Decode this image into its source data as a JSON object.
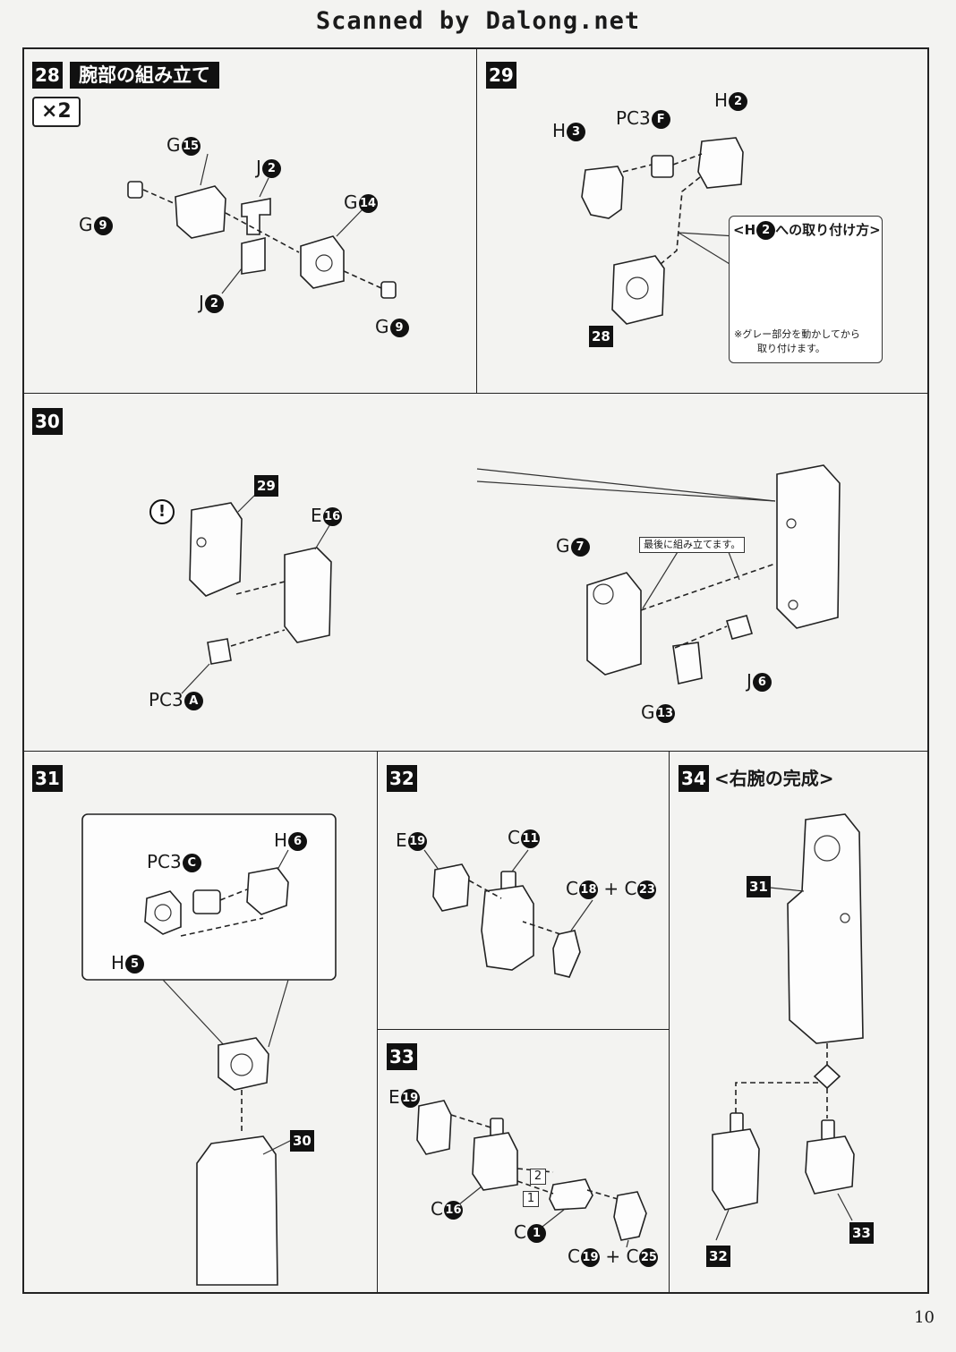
{
  "header": {
    "scanned_by": "Scanned by Dalong.net"
  },
  "page_number": "10",
  "step28": {
    "num": "28",
    "title": "腕部の組み立て",
    "multiplier": "×2",
    "labels": [
      {
        "t": "G",
        "n": "15"
      },
      {
        "t": "J",
        "n": "2"
      },
      {
        "t": "G",
        "n": "14"
      },
      {
        "t": "G",
        "n": "9"
      },
      {
        "t": "J",
        "n": "2"
      },
      {
        "t": "G",
        "n": "9"
      }
    ]
  },
  "step29": {
    "num": "29",
    "labels": [
      {
        "t": "H",
        "n": "2"
      },
      {
        "t": "PC3",
        "n": "F"
      },
      {
        "t": "H",
        "n": "3"
      }
    ],
    "ref": "28",
    "callout_title_pre": "<H",
    "callout_title_num": "2",
    "callout_title_post": "への取り付け方>",
    "callout_note_line1": "※グレー部分を動かしてから",
    "callout_note_line2": "取り付けます。"
  },
  "step30": {
    "num": "30",
    "ref": "29",
    "labels": [
      {
        "t": "E",
        "n": "16"
      },
      {
        "t": "PC3",
        "n": "A"
      },
      {
        "t": "G",
        "n": "7"
      },
      {
        "t": "J",
        "n": "6"
      },
      {
        "t": "G",
        "n": "13"
      }
    ],
    "note": "最後に組み立てます。",
    "warning": "!"
  },
  "step31": {
    "num": "31",
    "ref": "30",
    "labels": [
      {
        "t": "H",
        "n": "6"
      },
      {
        "t": "PC3",
        "n": "C"
      },
      {
        "t": "H",
        "n": "5"
      }
    ]
  },
  "step32": {
    "num": "32",
    "labels": [
      {
        "t": "E",
        "n": "19"
      },
      {
        "t": "C",
        "n": "11"
      }
    ],
    "combo": {
      "a": "C",
      "an": "18",
      "plus": "+",
      "b": "C",
      "bn": "23"
    }
  },
  "step33": {
    "num": "33",
    "labels": [
      {
        "t": "E",
        "n": "19"
      },
      {
        "t": "C",
        "n": "16"
      },
      {
        "t": "C",
        "n": "1"
      }
    ],
    "order": [
      "2",
      "1"
    ],
    "combo": {
      "a": "C",
      "an": "19",
      "plus": "+",
      "b": "C",
      "bn": "25"
    }
  },
  "step34": {
    "num": "34",
    "title": "<右腕の完成>",
    "refs": [
      "31",
      "32",
      "33"
    ]
  }
}
